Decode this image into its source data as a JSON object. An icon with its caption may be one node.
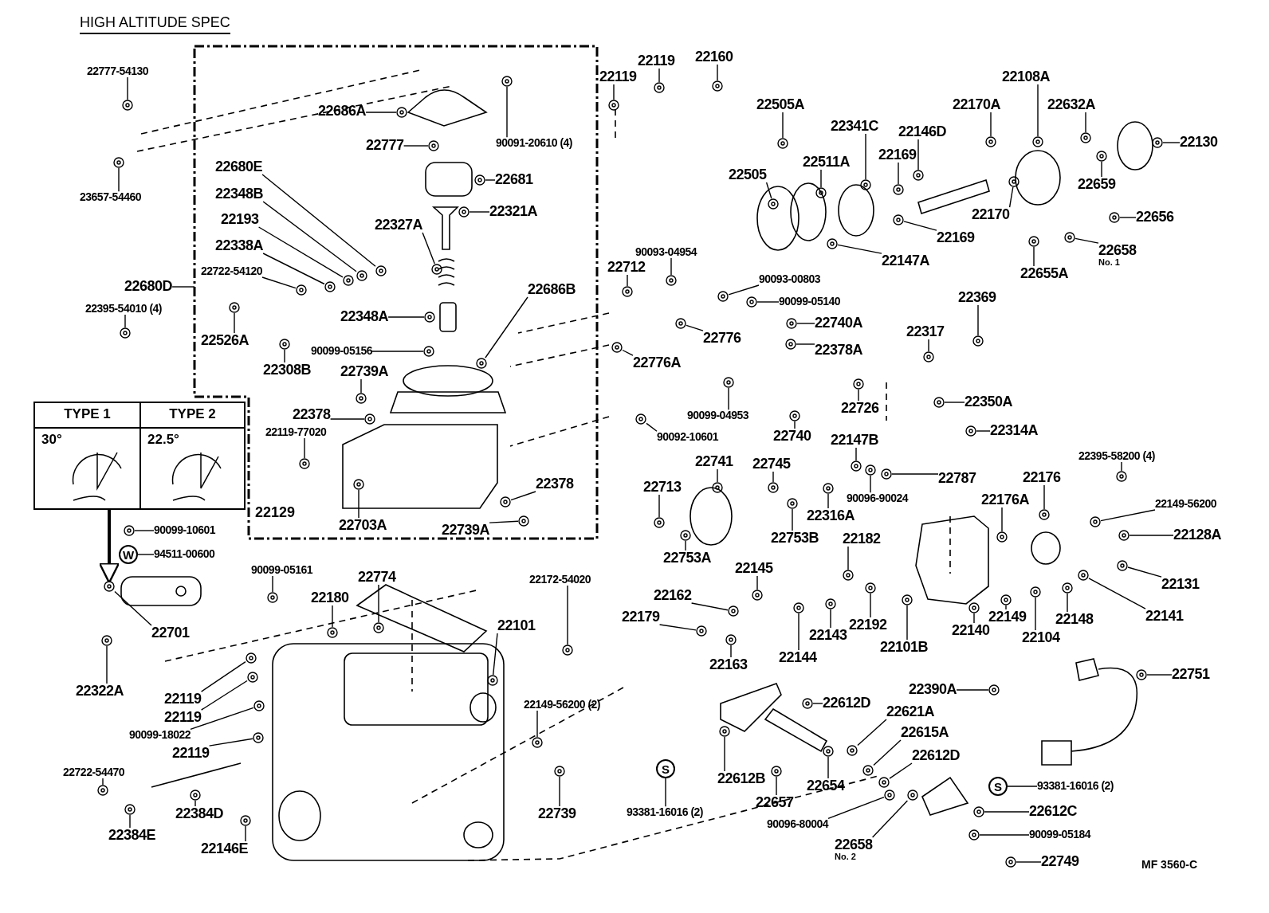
{
  "diagram": {
    "title": "HIGH ALTITUDE SPEC",
    "nodes": [
      {
        "text": [],
        "shape": "box"
      },
      {
        "text": [
          "22777-54130"
        ]
      },
      {
        "text": [
          "23657-54460"
        ]
      },
      {
        "text": [
          "22686A"
        ],
        "in": 0
      },
      {
        "text": [
          "90091-20610 (4)"
        ],
        "in": 0
      },
      {
        "text": [
          "22777"
        ],
        "in": 0
      },
      {
        "text": [
          "22680E"
        ],
        "in": 0
      },
      {
        "text": [
          "22348B"
        ],
        "in": 0
      },
      {
        "text": [
          "22193"
        ],
        "in": 0
      },
      {
        "text": [
          "22338A"
        ],
        "in": 0
      },
      {
        "text": [
          "22722-54120"
        ],
        "in": 0
      },
      {
        "text": [
          "22526A"
        ],
        "in": 0
      },
      {
        "text": [
          "22308B"
        ],
        "in": 0
      },
      {
        "text": [
          "22321A"
        ],
        "in": 0
      },
      {
        "text": [
          "22681"
        ],
        "in": 0
      },
      {
        "text": [
          "22327A"
        ],
        "in": 0
      },
      {
        "text": [
          "22348A"
        ],
        "in": 0
      },
      {
        "text": [
          "22686B"
        ],
        "in": 0
      },
      {
        "text": [
          "90099-05156"
        ],
        "in": 0
      },
      {
        "text": [
          "22739A"
        ],
        "in": 0
      },
      {
        "text": [
          "22378"
        ],
        "in": 0
      },
      {
        "text": [
          "22119-77020"
        ],
        "in": 0
      },
      {
        "text": [
          "22703A"
        ],
        "in": 0
      },
      {
        "text": [
          "22378"
        ],
        "in": 0
      },
      {
        "text": [
          "22739A"
        ],
        "in": 0
      },
      {
        "text": [
          "22680D"
        ]
      },
      {
        "text": [
          "22395-54010 (4)"
        ]
      },
      {
        "text": [
          "90099-10601"
        ]
      },
      {
        "text": [
          "W"
        ]
      },
      {
        "text": [
          "94511-00600"
        ]
      },
      {
        "text": [
          "22701"
        ]
      },
      {
        "text": [
          "22322A"
        ]
      },
      {
        "text": [
          "90099-05161"
        ]
      },
      {
        "text": [
          "22774"
        ]
      },
      {
        "text": [
          "22180"
        ]
      },
      {
        "text": [
          "22119"
        ]
      },
      {
        "text": [
          "22119"
        ]
      },
      {
        "text": [
          "90099-18022"
        ]
      },
      {
        "text": [
          "22119"
        ]
      },
      {
        "text": [
          "22101"
        ]
      },
      {
        "text": [
          "22172-54020"
        ]
      },
      {
        "text": [
          "22149-56200 (2)"
        ]
      },
      {
        "text": [
          "22722-54470"
        ]
      },
      {
        "text": [
          "22384D"
        ]
      },
      {
        "text": [
          "22384E"
        ]
      },
      {
        "text": [
          "22146E"
        ]
      },
      {
        "text": [
          "22739"
        ]
      },
      {
        "text": [
          "22119"
        ]
      },
      {
        "text": [
          "22119"
        ]
      },
      {
        "text": [
          "22160"
        ]
      },
      {
        "text": [
          "22505A"
        ]
      },
      {
        "text": [
          "22505"
        ]
      },
      {
        "text": [
          "22511A"
        ]
      },
      {
        "text": [
          "22341C"
        ]
      },
      {
        "text": [
          "22146D"
        ]
      },
      {
        "text": [
          "22169"
        ]
      },
      {
        "text": [
          "22170A"
        ]
      },
      {
        "text": [
          "22108A"
        ]
      },
      {
        "text": [
          "22632A"
        ]
      },
      {
        "text": [
          "22130"
        ]
      },
      {
        "text": [
          "22659"
        ]
      },
      {
        "text": [
          "22170"
        ]
      },
      {
        "text": [
          "22169"
        ]
      },
      {
        "text": [
          "22147A"
        ]
      },
      {
        "text": [
          "22656"
        ]
      },
      {
        "text": [
          "22658"
        ],
        "beside": [
          "No. 1"
        ]
      },
      {
        "text": [
          "22655A"
        ]
      },
      {
        "text": [
          "90093-04954"
        ]
      },
      {
        "text": [
          "22712"
        ]
      },
      {
        "text": [
          "90093-00803"
        ]
      },
      {
        "text": [
          "90099-05140"
        ]
      },
      {
        "text": [
          "22776"
        ]
      },
      {
        "text": [
          "22776A"
        ]
      },
      {
        "text": [
          "22740A"
        ]
      },
      {
        "text": [
          "22378A"
        ]
      },
      {
        "text": [
          "22369"
        ]
      },
      {
        "text": [
          "22317"
        ]
      },
      {
        "text": [
          "90099-04953"
        ]
      },
      {
        "text": [
          "90092-10601"
        ]
      },
      {
        "text": [
          "22726"
        ]
      },
      {
        "text": [
          "22740"
        ]
      },
      {
        "text": [
          "22147B"
        ]
      },
      {
        "text": [
          "22350A"
        ]
      },
      {
        "text": [
          "22314A"
        ]
      },
      {
        "text": [
          "22787"
        ]
      },
      {
        "text": [
          "90096-90024"
        ]
      },
      {
        "text": [
          "22741"
        ]
      },
      {
        "text": [
          "22745"
        ]
      },
      {
        "text": [
          "22713"
        ]
      },
      {
        "text": [
          "22753A"
        ]
      },
      {
        "text": [
          "22753B"
        ]
      },
      {
        "text": [
          "22316A"
        ]
      },
      {
        "text": [
          "22176A"
        ]
      },
      {
        "text": [
          "22176"
        ]
      },
      {
        "text": [
          "22395-58200 (4)"
        ]
      },
      {
        "text": [
          "22149-56200"
        ]
      },
      {
        "text": [
          "22128A"
        ]
      },
      {
        "text": [
          "22131"
        ]
      },
      {
        "text": [
          "22141"
        ]
      },
      {
        "text": [
          "22182"
        ]
      },
      {
        "text": [
          "22145"
        ]
      },
      {
        "text": [
          "22162"
        ]
      },
      {
        "text": [
          "22179"
        ]
      },
      {
        "text": [
          "22163"
        ]
      },
      {
        "text": [
          "22144"
        ]
      },
      {
        "text": [
          "22143"
        ]
      },
      {
        "text": [
          "22192"
        ]
      },
      {
        "text": [
          "22101B"
        ]
      },
      {
        "text": [
          "22140"
        ]
      },
      {
        "text": [
          "22149"
        ]
      },
      {
        "text": [
          "22104"
        ]
      },
      {
        "text": [
          "22148"
        ]
      },
      {
        "text": [
          "22390A"
        ]
      },
      {
        "text": [
          "22751"
        ]
      },
      {
        "text": [
          "22612D"
        ]
      },
      {
        "text": [
          "22621A"
        ]
      },
      {
        "text": [
          "22615A"
        ]
      },
      {
        "text": [
          "22612D"
        ]
      },
      {
        "text": [
          "22612B"
        ]
      },
      {
        "text": [
          "S"
        ]
      },
      {
        "text": [
          "93381-16016 (2)"
        ]
      },
      {
        "text": [
          "22657"
        ]
      },
      {
        "text": [
          "22654"
        ]
      },
      {
        "text": [
          "S"
        ]
      },
      {
        "text": [
          "93381-16016 (2)"
        ]
      },
      {
        "text": [
          "22612C"
        ]
      },
      {
        "text": [
          "90099-05184"
        ]
      },
      {
        "text": [
          "90096-80004"
        ]
      },
      {
        "text": [
          "22658"
        ],
        "beside": [
          "No. 2"
        ]
      },
      {
        "text": [
          "22749"
        ]
      },
      {
        "text": [
          "TYPE 1",
          "TYPE 2",
          "30°",
          "22.5°"
        ]
      },
      {
        "text": [],
        "shape": "picture"
      },
      {
        "text": [],
        "shape": "picture"
      },
      {
        "text": [],
        "shape": "picture",
        "in": 0
      },
      {
        "text": [],
        "shape": "picture",
        "in": 0
      },
      {
        "text": [],
        "shape": "picture",
        "in": 0
      },
      {
        "text": [],
        "shape": "picture",
        "in": 0
      },
      {
        "text": [],
        "shape": "picture",
        "in": 0
      },
      {
        "text": [],
        "shape": "picture",
        "in": 0
      },
      {
        "text": [],
        "shape": "picture",
        "in": 0
      },
      {
        "text": [],
        "shape": "picture",
        "in": 0
      },
      {
        "text": [],
        "shape": "picture",
        "in": 0
      },
      {
        "text": [],
        "shape": "picture",
        "in": 0
      },
      {
        "text": [],
        "shape": "picture",
        "in": 0
      },
      {
        "text": [],
        "shape": "picture",
        "in": 0
      },
      {
        "text": [],
        "shape": "picture",
        "in": 0
      },
      {
        "text": [],
        "shape": "picture",
        "in": 0
      },
      {
        "text": [],
        "shape": "picture",
        "in": 0
      },
      {
        "text": [],
        "shape": "picture",
        "in": 0
      },
      {
        "text": [],
        "shape": "picture",
        "in": 0
      },
      {
        "text": [],
        "shape": "picture",
        "in": 0
      },
      {
        "text": [],
        "shape": "picture",
        "in": 0
      },
      {
        "text": [],
        "shape": "picture",
        "in": 0
      },
      {
        "text": [],
        "shape": "picture",
        "in": 0
      },
      {
        "text": [],
        "shape": "picture",
        "in": 0
      },
      {
        "text": [],
        "shape": "picture"
      },
      {
        "text": [],
        "shape": "picture"
      },
      {
        "text": [],
        "shape": "picture"
      },
      {
        "text": [],
        "shape": "picture"
      },
      {
        "text": [],
        "shape": "picture"
      },
      {
        "text": [],
        "shape": "picture"
      },
      {
        "text": [],
        "shape": "picture"
      },
      {
        "text": [],
        "shape": "picture"
      },
      {
        "text": [],
        "shape": "picture"
      },
      {
        "text": [],
        "shape": "picture"
      },
      {
        "text": [],
        "shape": "picture"
      },
      {
        "text": [],
        "shape": "picture"
      },
      {
        "text": [],
        "shape": "picture"
      },
      {
        "text": [],
        "shape": "picture"
      },
      {
        "text": [],
        "shape": "picture"
      },
      {
        "text": [],
        "shape": "picture"
      },
      {
        "text": [],
        "shape": "picture"
      },
      {
        "text": [],
        "shape": "picture"
      },
      {
        "text": [],
        "shape": "picture"
      },
      {
        "text": [],
        "shape": "picture"
      },
      {
        "text": [],
        "shape": "picture"
      },
      {
        "text": [],
        "shape": "picture"
      },
      {
        "text": [],
        "shape": "picture"
      },
      {
        "text": [],
        "shape": "picture"
      },
      {
        "text": [],
        "shape": "picture"
      },
      {
        "text": [],
        "shape": "picture"
      },
      {
        "text": [],
        "shape": "picture"
      },
      {
        "text": [],
        "shape": "picture"
      },
      {
        "text": [],
        "shape": "picture"
      },
      {
        "text": [],
        "shape": "picture"
      },
      {
        "text": [],
        "shape": "picture"
      },
      {
        "text": [],
        "shape": "picture"
      },
      {
        "text": [],
        "shape": "picture"
      },
      {
        "text": [],
        "shape": "picture"
      },
      {
        "text": [],
        "shape": "picture"
      },
      {
        "text": [],
        "shape": "picture"
      },
      {
        "text": [],
        "shape": "picture"
      },
      {
        "text": [],
        "shape": "picture"
      },
      {
        "text": [],
        "shape": "picture"
      },
      {
        "text": [],
        "shape": "picture"
      },
      {
        "text": [],
        "shape": "picture"
      },
      {
        "text": [],
        "shape": "picture"
      },
      {
        "text": [],
        "shape": "picture"
      },
      {
        "text": [],
        "shape": "picture"
      },
      {
        "text": [],
        "shape": "picture"
      },
      {
        "text": [],
        "shape": "picture"
      },
      {
        "text": [],
        "shape": "picture"
      },
      {
        "text": [],
        "shape": "picture"
      },
      {
        "text": [],
        "shape": "picture"
      },
      {
        "text": [],
        "shape": "picture"
      },
      {
        "text": [],
        "shape": "picture"
      },
      {
        "text": [],
        "shape": "picture"
      },
      {
        "text": [],
        "shape": "picture"
      },
      {
        "text": [],
        "shape": "picture"
      },
      {
        "text": [],
        "shape": "picture"
      },
      {
        "text": [],
        "shape": "picture"
      },
      {
        "text": [],
        "shape": "picture"
      },
      {
        "text": [],
        "shape": "picture"
      },
      {
        "text": [],
        "shape": "picture"
      },
      {
        "text": [],
        "shape": "picture"
      },
      {
        "text": [],
        "shape": "picture"
      },
      {
        "text": [],
        "shape": "picture"
      },
      {
        "text": [],
        "shape": "picture"
      },
      {
        "text": [],
        "shape": "picture"
      },
      {
        "text": [],
        "shape": "picture"
      },
      {
        "text": [],
        "shape": "picture"
      },
      {
        "text": [],
        "shape": "picture"
      },
      {
        "text": [],
        "shape": "picture"
      },
      {
        "text": [],
        "shape": "picture"
      },
      {
        "text": [],
        "shape": "picture"
      },
      {
        "text": [],
        "shape": "picture"
      },
      {
        "text": [],
        "shape": "picture"
      },
      {
        "text": [],
        "shape": "picture"
      },
      {
        "text": [],
        "shape": "picture"
      },
      {
        "text": [],
        "shape": "picture"
      },
      {
        "text": [],
        "shape": "picture"
      },
      {
        "text": [],
        "shape": "picture"
      },
      {
        "text": [],
        "shape": "picture"
      },
      {
        "text": [],
        "shape": "picture"
      },
      {
        "text": [],
        "shape": "picture"
      },
      {
        "text": [],
        "shape": "picture"
      },
      {
        "text": [],
        "shape": "picture"
      },
      {
        "text": [],
        "shape": "picture"
      },
      {
        "text": [],
        "shape": "picture"
      },
      {
        "text": [],
        "shape": "picture"
      },
      {
        "text": [],
        "shape": "picture"
      },
      {
        "text": [],
        "shape": "picture"
      },
      {
        "text": [],
        "shape": "picture"
      },
      {
        "text": [],
        "shape": "picture"
      },
      {
        "text": [],
        "shape": "picture"
      },
      {
        "text": [],
        "shape": "picture"
      },
      {
        "text": [],
        "shape": "picture"
      },
      {
        "text": [],
        "shape": "picture"
      },
      {
        "text": [],
        "shape": "picture"
      },
      {
        "text": [],
        "shape": "picture"
      },
      {
        "text": [],
        "shape": "picture"
      },
      {
        "text": [],
        "shape": "picture"
      },
      {
        "text": [],
        "shape": "picture"
      }
    ],
    "edges": [
      {
        "from": 1,
        "to": 131,
        "arrow": "none"
      },
      {
        "from": 2,
        "to": 132,
        "arrow": "none"
      },
      {
        "from": 3,
        "to": 133,
        "arrow": "none"
      },
      {
        "from": 4,
        "to": 134,
        "arrow": "none"
      },
      {
        "from": 5,
        "to": 135,
        "arrow": "none"
      },
      {
        "from": 6,
        "to": 136,
        "arrow": "none"
      },
      {
        "from": 7,
        "to": 137,
        "arrow": "none"
      },
      {
        "from": 8,
        "to": 138,
        "arrow": "none"
      },
      {
        "from": 9,
        "to": 139,
        "arrow": "none"
      },
      {
        "from": 10,
        "to": 140,
        "arrow": "none"
      },
      {
        "from": 11,
        "to": 141,
        "arrow": "none"
      },
      {
        "from": 12,
        "to": 142,
        "arrow": "none"
      },
      {
        "from": 13,
        "to": 143,
        "arrow": "none"
      },
      {
        "from": 14,
        "to": 144,
        "arrow": "none"
      },
      {
        "from": 15,
        "to": 145,
        "arrow": "none"
      },
      {
        "from": 16,
        "to": 146,
        "arrow": "none"
      },
      {
        "from": 17,
        "to": 147,
        "arrow": "none"
      },
      {
        "from": 18,
        "to": 148,
        "arrow": "none"
      },
      {
        "from": 19,
        "to": 149,
        "arrow": "none"
      },
      {
        "from": 20,
        "to": 150,
        "arrow": "none"
      },
      {
        "from": 21,
        "to": 151,
        "arrow": "none"
      },
      {
        "from": 22,
        "to": 152,
        "arrow": "none"
      },
      {
        "from": 23,
        "to": 153,
        "arrow": "none"
      },
      {
        "from": 24,
        "to": 154,
        "arrow": "none"
      },
      {
        "from": 25,
        "to": 0,
        "arrow": "none"
      },
      {
        "from": 26,
        "to": 155,
        "arrow": "none"
      },
      {
        "from": 27,
        "to": 156,
        "arrow": "none"
      },
      {
        "from": 29,
        "to": 28,
        "arrow": "none"
      },
      {
        "from": 30,
        "to": 157,
        "arrow": "none"
      },
      {
        "from": 31,
        "to": 158,
        "arrow": "none"
      },
      {
        "from": 32,
        "to": 159,
        "arrow": "none"
      },
      {
        "from": 33,
        "to": 160,
        "arrow": "none"
      },
      {
        "from": 34,
        "to": 161,
        "arrow": "none"
      },
      {
        "from": 35,
        "to": 162,
        "arrow": "none"
      },
      {
        "from": 36,
        "to": 163,
        "arrow": "none"
      },
      {
        "from": 37,
        "to": 164,
        "arrow": "none"
      },
      {
        "from": 38,
        "to": 165,
        "arrow": "none"
      },
      {
        "from": 39,
        "to": 166,
        "arrow": "none"
      },
      {
        "from": 40,
        "to": 167,
        "arrow": "none"
      },
      {
        "from": 41,
        "to": 168,
        "arrow": "none"
      },
      {
        "from": 42,
        "to": 169,
        "arrow": "none"
      },
      {
        "from": 43,
        "to": 170,
        "arrow": "none"
      },
      {
        "from": 44,
        "to": 171,
        "arrow": "none"
      },
      {
        "from": 45,
        "to": 172,
        "arrow": "none"
      },
      {
        "from": 46,
        "to": 173,
        "arrow": "none"
      },
      {
        "from": 47,
        "to": 174,
        "arrow": "none"
      },
      {
        "from": 48,
        "to": 175,
        "arrow": "none"
      },
      {
        "from": 49,
        "to": 176,
        "arrow": "none"
      },
      {
        "from": 50,
        "to": 177,
        "arrow": "none"
      },
      {
        "from": 51,
        "to": 178,
        "arrow": "none"
      },
      {
        "from": 52,
        "to": 179,
        "arrow": "none"
      },
      {
        "from": 53,
        "to": 180,
        "arrow": "none"
      },
      {
        "from": 54,
        "to": 181,
        "arrow": "none"
      },
      {
        "from": 55,
        "to": 182,
        "arrow": "none"
      },
      {
        "from": 56,
        "to": 183,
        "arrow": "none"
      },
      {
        "from": 57,
        "to": 184,
        "arrow": "none"
      },
      {
        "from": 58,
        "to": 185,
        "arrow": "none"
      },
      {
        "from": 59,
        "to": 186,
        "arrow": "none"
      },
      {
        "from": 60,
        "to": 187,
        "arrow": "none"
      },
      {
        "from": 61,
        "to": 188,
        "arrow": "none"
      },
      {
        "from": 62,
        "to": 189,
        "arrow": "none"
      },
      {
        "from": 63,
        "to": 190,
        "arrow": "none"
      },
      {
        "from": 64,
        "to": 191,
        "arrow": "none"
      },
      {
        "from": 65,
        "to": 192,
        "arrow": "none"
      },
      {
        "from": 66,
        "to": 193,
        "arrow": "none"
      },
      {
        "from": 67,
        "to": 194,
        "arrow": "none"
      },
      {
        "from": 68,
        "to": 195,
        "arrow": "none"
      },
      {
        "from": 69,
        "to": 196,
        "arrow": "none"
      },
      {
        "from": 70,
        "to": 197,
        "arrow": "none"
      },
      {
        "from": 71,
        "to": 198,
        "arrow": "none"
      },
      {
        "from": 72,
        "to": 199,
        "arrow": "none"
      },
      {
        "from": 73,
        "to": 200,
        "arrow": "none"
      },
      {
        "from": 74,
        "to": 201,
        "arrow": "none"
      },
      {
        "from": 75,
        "to": 202,
        "arrow": "none"
      },
      {
        "from": 76,
        "to": 203,
        "arrow": "none"
      },
      {
        "from": 77,
        "to": 204,
        "arrow": "none"
      },
      {
        "from": 78,
        "to": 205,
        "arrow": "none"
      },
      {
        "from": 79,
        "to": 206,
        "arrow": "none"
      },
      {
        "from": 80,
        "to": 207,
        "arrow": "none"
      },
      {
        "from": 81,
        "to": 208,
        "arrow": "none"
      },
      {
        "from": 82,
        "to": 209,
        "arrow": "none"
      },
      {
        "from": 83,
        "to": 210,
        "arrow": "none"
      },
      {
        "from": 84,
        "to": 211,
        "arrow": "none"
      },
      {
        "from": 85,
        "to": 212,
        "arrow": "none"
      },
      {
        "from": 86,
        "to": 213,
        "arrow": "none"
      },
      {
        "from": 87,
        "to": 214,
        "arrow": "none"
      },
      {
        "from": 88,
        "to": 215,
        "arrow": "none"
      },
      {
        "from": 89,
        "to": 216,
        "arrow": "none"
      },
      {
        "from": 90,
        "to": 217,
        "arrow": "none"
      },
      {
        "from": 91,
        "to": 218,
        "arrow": "none"
      },
      {
        "from": 92,
        "to": 219,
        "arrow": "none"
      },
      {
        "from": 93,
        "to": 220,
        "arrow": "none"
      },
      {
        "from": 94,
        "to": 221,
        "arrow": "none"
      },
      {
        "from": 95,
        "to": 222,
        "arrow": "none"
      },
      {
        "from": 96,
        "to": 223,
        "arrow": "none"
      },
      {
        "from": 97,
        "to": 224,
        "arrow": "none"
      },
      {
        "from": 98,
        "to": 225,
        "arrow": "none"
      },
      {
        "from": 99,
        "to": 226,
        "arrow": "none"
      },
      {
        "from": 100,
        "to": 227,
        "arrow": "none"
      },
      {
        "from": 101,
        "to": 228,
        "arrow": "none"
      },
      {
        "from": 102,
        "to": 229,
        "arrow": "none"
      },
      {
        "from": 103,
        "to": 230,
        "arrow": "none"
      },
      {
        "from": 104,
        "to": 231,
        "arrow": "none"
      },
      {
        "from": 105,
        "to": 232,
        "arrow": "none"
      },
      {
        "from": 106,
        "to": 233,
        "arrow": "none"
      },
      {
        "from": 107,
        "to": 234,
        "arrow": "none"
      },
      {
        "from": 108,
        "to": 235,
        "arrow": "none"
      },
      {
        "from": 109,
        "to": 236,
        "arrow": "none"
      },
      {
        "from": 110,
        "to": 237,
        "arrow": "none"
      },
      {
        "from": 111,
        "to": 238,
        "arrow": "none"
      },
      {
        "from": 112,
        "to": 239,
        "arrow": "none"
      },
      {
        "from": 113,
        "to": 240,
        "arrow": "none"
      },
      {
        "from": 114,
        "to": 241,
        "arrow": "none"
      },
      {
        "from": 115,
        "to": 242,
        "arrow": "none"
      },
      {
        "from": 116,
        "to": 243,
        "arrow": "none"
      },
      {
        "from": 117,
        "to": 244,
        "arrow": "none"
      },
      {
        "from": 118,
        "to": 245,
        "arrow": "none"
      },
      {
        "from": 120,
        "to": 119,
        "arrow": "none"
      },
      {
        "from": 121,
        "to": 246,
        "arrow": "none"
      },
      {
        "from": 122,
        "to": 247,
        "arrow": "none"
      },
      {
        "from": 124,
        "to": 123,
        "arrow": "none"
      },
      {
        "from": 125,
        "to": 248,
        "arrow": "none"
      },
      {
        "from": 126,
        "to": 249,
        "arrow": "none"
      },
      {
        "from": 127,
        "to": 250,
        "arrow": "none"
      },
      {
        "from": 128,
        "to": 251,
        "arrow": "none"
      },
      {
        "from": 129,
        "to": 252,
        "arrow": "none"
      },
      {
        "from": 130,
        "to": 157,
        "arrow": "to",
        "style": "thick"
      }
    ],
    "labels": [
      "22129",
      "MF 3560-C"
    ]
  }
}
